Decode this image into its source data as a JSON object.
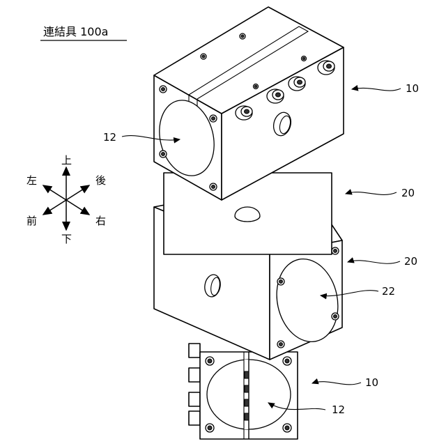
{
  "title": "連結具 100a",
  "labels": {
    "top_block": "10",
    "top_face_circle": "12",
    "middle_block_upper": "20",
    "middle_block_lower": "20",
    "middle_face_circle": "22",
    "bottom_block": "10",
    "bottom_face_circle": "12"
  },
  "directions": {
    "up": "上",
    "down": "下",
    "left": "左",
    "right": "右",
    "front": "前",
    "back": "後"
  }
}
